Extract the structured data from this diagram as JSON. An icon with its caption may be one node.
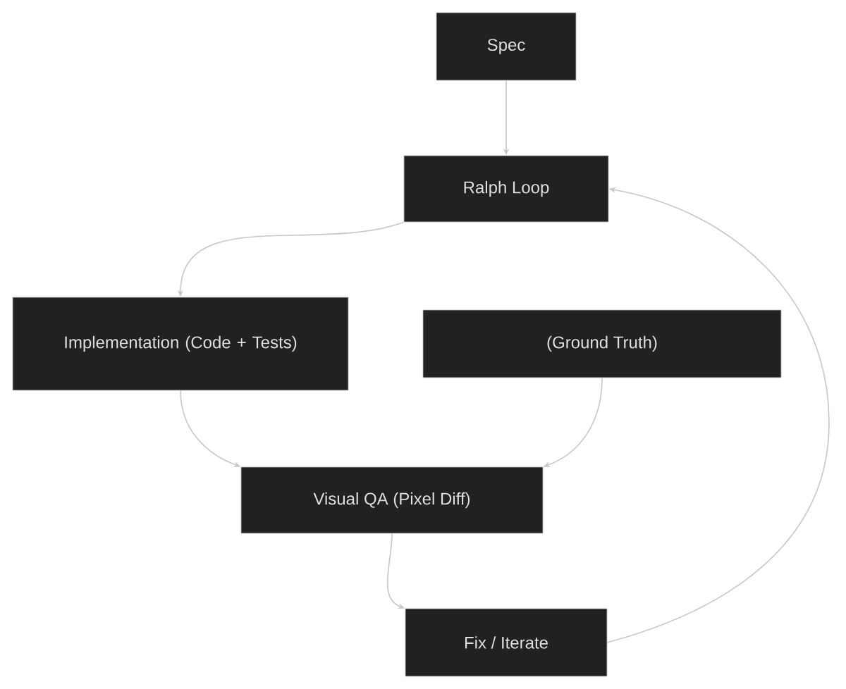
{
  "diagram": {
    "nodes": [
      {
        "text": [
          "Spec"
        ]
      },
      {
        "text": [
          "Ralph Loop"
        ]
      },
      {
        "text": [
          "Implementation (Code + Tests)"
        ]
      },
      {
        "text": [
          "(Ground Truth)"
        ]
      },
      {
        "text": [
          "Visual QA (Pixel Diff)"
        ]
      },
      {
        "text": [
          "Fix / Iterate"
        ]
      }
    ],
    "edges": [
      {
        "from": 0,
        "to": 1,
        "arrow": "to"
      },
      {
        "from": 1,
        "to": 2,
        "arrow": "to"
      },
      {
        "from": 2,
        "to": 4,
        "arrow": "to"
      },
      {
        "from": 3,
        "to": 4,
        "arrow": "to"
      },
      {
        "from": 4,
        "to": 5,
        "arrow": "to"
      },
      {
        "from": 5,
        "to": 1,
        "arrow": "to"
      }
    ]
  }
}
